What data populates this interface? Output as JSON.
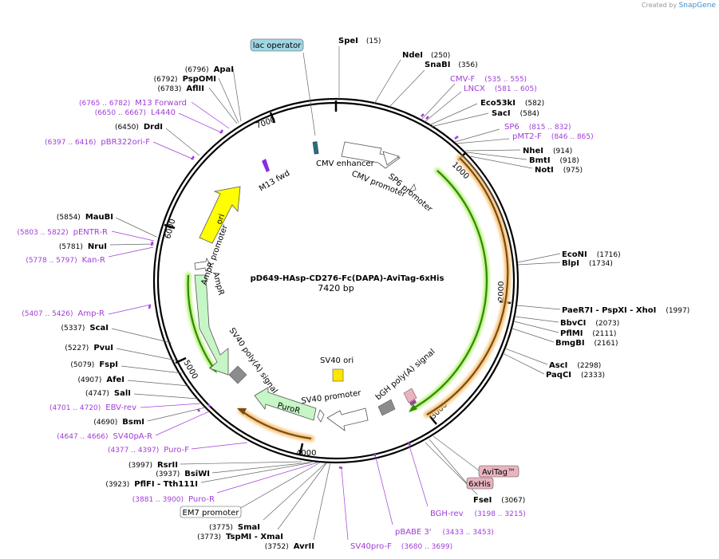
{
  "branding": {
    "prefix": "Created by",
    "name": "SnapGene"
  },
  "plasmid": {
    "name": "pD649-HAsp-CD276-Fc(DAPA)-AviTag-6xHis",
    "length": "7420 bp",
    "total_bp": 7420
  },
  "ticks": [
    "1000",
    "2000",
    "3000",
    "4000",
    "5000",
    "6000",
    "7000"
  ],
  "sites": [
    {
      "name": "SpeI",
      "pos": "(15)"
    },
    {
      "name": "NdeI",
      "pos": "(250)"
    },
    {
      "name": "SnaBI",
      "pos": "(356)"
    },
    {
      "name": "Eco53kI",
      "pos": "(582)"
    },
    {
      "name": "SacI",
      "pos": "(584)"
    },
    {
      "name": "NheI",
      "pos": "(914)"
    },
    {
      "name": "BmtI",
      "pos": "(918)"
    },
    {
      "name": "NotI",
      "pos": "(975)"
    },
    {
      "name": "EcoNI",
      "pos": "(1716)"
    },
    {
      "name": "BlpI",
      "pos": "(1734)"
    },
    {
      "name": "PaeR7I - PspXI - XhoI",
      "pos": "(1997)"
    },
    {
      "name": "BbvCI",
      "pos": "(2073)"
    },
    {
      "name": "PflMI",
      "pos": "(2111)"
    },
    {
      "name": "BmgBI",
      "pos": "(2161)"
    },
    {
      "name": "AscI",
      "pos": "(2298)"
    },
    {
      "name": "PaqCI",
      "pos": "(2333)"
    },
    {
      "name": "FseI",
      "pos": "(3067)"
    },
    {
      "name": "AvrII",
      "pos": "(3752)"
    },
    {
      "name": "TspMI - XmaI",
      "pos": "(3773)"
    },
    {
      "name": "SmaI",
      "pos": "(3775)"
    },
    {
      "name": "PflFI - Tth111I",
      "pos": "(3923)"
    },
    {
      "name": "BsiWI",
      "pos": "(3937)"
    },
    {
      "name": "RsrII",
      "pos": "(3997)"
    },
    {
      "name": "BsmI",
      "pos": "(4690)"
    },
    {
      "name": "SalI",
      "pos": "(4747)"
    },
    {
      "name": "AfeI",
      "pos": "(4907)"
    },
    {
      "name": "FspI",
      "pos": "(5079)"
    },
    {
      "name": "PvuI",
      "pos": "(5227)"
    },
    {
      "name": "ScaI",
      "pos": "(5337)"
    },
    {
      "name": "NruI",
      "pos": "(5781)"
    },
    {
      "name": "MauBI",
      "pos": "(5854)"
    },
    {
      "name": "DrdI",
      "pos": "(6450)"
    },
    {
      "name": "AflII",
      "pos": "(6783)"
    },
    {
      "name": "PspOMI",
      "pos": "(6792)"
    },
    {
      "name": "ApaI",
      "pos": "(6796)"
    }
  ],
  "primers": [
    {
      "name": "CMV-F",
      "pos": "(535 .. 555)"
    },
    {
      "name": "LNCX",
      "pos": "(581 .. 605)"
    },
    {
      "name": "SP6",
      "pos": "(815 .. 832)"
    },
    {
      "name": "pMT2-F",
      "pos": "(846 .. 865)"
    },
    {
      "name": "BGH-rev",
      "pos": "(3198 .. 3215)"
    },
    {
      "name": "pBABE 3'",
      "pos": "(3433 .. 3453)"
    },
    {
      "name": "SV40pro-F",
      "pos": "(3680 .. 3699)"
    },
    {
      "name": "Puro-R",
      "pos": "(3881 .. 3900)"
    },
    {
      "name": "Puro-F",
      "pos": "(4377 .. 4397)"
    },
    {
      "name": "SV40pA-R",
      "pos": "(4647 .. 4666)"
    },
    {
      "name": "EBV-rev",
      "pos": "(4701 .. 4720)"
    },
    {
      "name": "Amp-R",
      "pos": "(5407 .. 5426)"
    },
    {
      "name": "Kan-R",
      "pos": "(5778 .. 5797)"
    },
    {
      "name": "pENTR-R",
      "pos": "(5803 .. 5822)"
    },
    {
      "name": "pBR322ori-F",
      "pos": "(6397 .. 6416)"
    },
    {
      "name": "L4440",
      "pos": "(6650 .. 6667)"
    },
    {
      "name": "M13 Forward",
      "pos": "(6765 .. 6782)"
    }
  ],
  "boxed_labels": [
    "lac operator",
    "AviTag™",
    "6xHis",
    "EM7 promoter"
  ],
  "features": [
    "CMV enhancer",
    "CMV promoter",
    "SP6 promoter",
    "M13 fwd",
    "ori",
    "AmpR promoter",
    "AmpR",
    "SV40 poly(A) signal",
    "SV40 ori",
    "PuroR",
    "SV40 promoter",
    "bGH poly(A) signal"
  ],
  "colors": {
    "primer": "#a13cd8",
    "ori": "#ffff00",
    "amp": "#c6f5c6",
    "green_arc": "#2e8b00",
    "orange_arc": "#e8941a",
    "backbone": "#000000",
    "lac": "#9fd7e6",
    "tag": "#e8b4c0"
  }
}
